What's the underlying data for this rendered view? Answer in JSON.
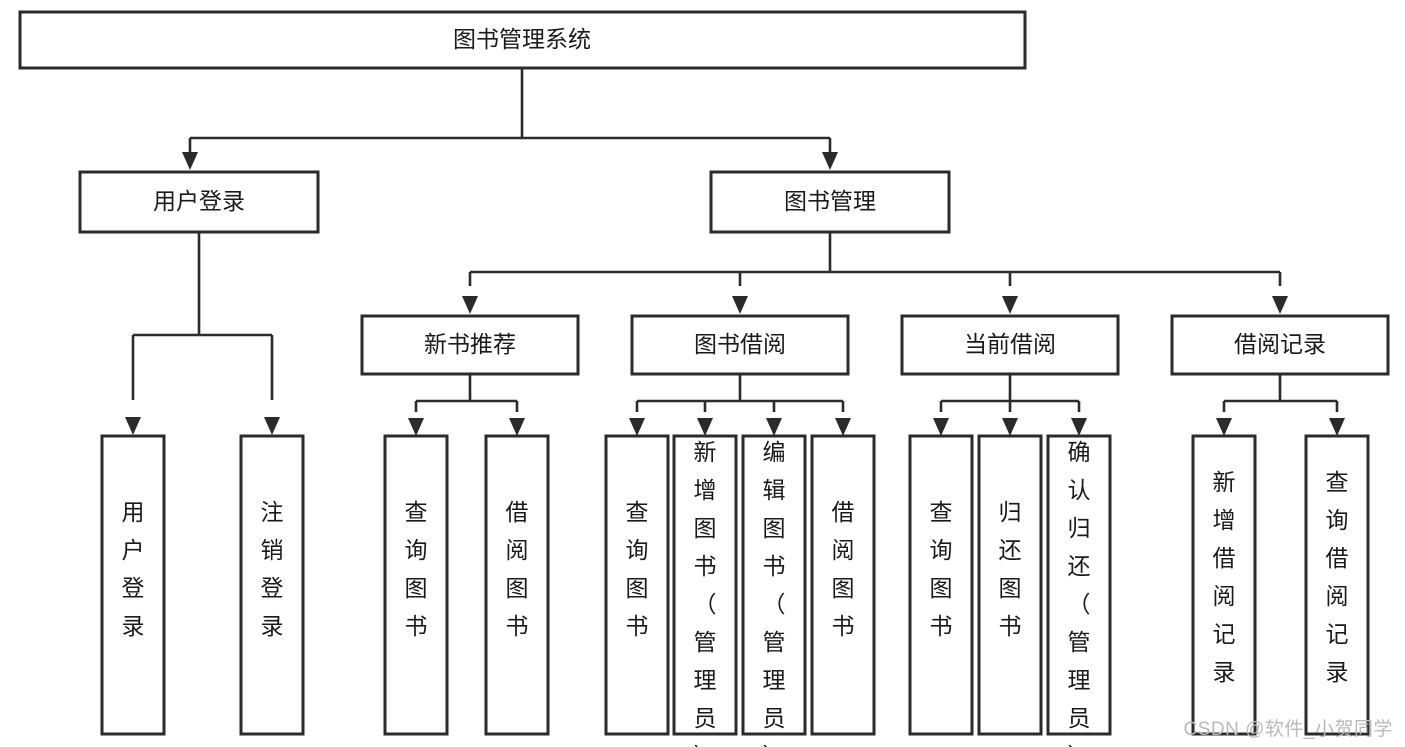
{
  "diagram": {
    "title": "图书管理系统",
    "type": "tree-hierarchy-diagram",
    "colors": {
      "box_stroke": "#2b2b2b",
      "box_fill": "#ffffff",
      "text": "#1a1a1a",
      "background": "#ffffff",
      "watermark": "#b9b9b9"
    },
    "root": {
      "label": "图书管理系统"
    },
    "level2": [
      {
        "label": "用户登录"
      },
      {
        "label": "图书管理"
      }
    ],
    "level3": [
      {
        "label": "新书推荐"
      },
      {
        "label": "图书借阅"
      },
      {
        "label": "当前借阅"
      },
      {
        "label": "借阅记录"
      }
    ],
    "leaves_user_login": [
      {
        "label": "用户登录"
      },
      {
        "label": "注销登录"
      }
    ],
    "leaves_new_book": [
      {
        "label": "查询图书"
      },
      {
        "label": "借阅图书"
      }
    ],
    "leaves_book_borrow": [
      {
        "label": "查询图书"
      },
      {
        "label": "新增图书（管理员）"
      },
      {
        "label": "编辑图书（管理员）"
      },
      {
        "label": "借阅图书"
      }
    ],
    "leaves_current_borrow": [
      {
        "label": "查询图书"
      },
      {
        "label": "归还图书"
      },
      {
        "label": "确认归还（管理员）"
      }
    ],
    "leaves_borrow_record": [
      {
        "label": "新增借阅记录"
      },
      {
        "label": "查询借阅记录"
      }
    ]
  },
  "watermark": {
    "text": "CSDN @软件_小贺同学"
  }
}
